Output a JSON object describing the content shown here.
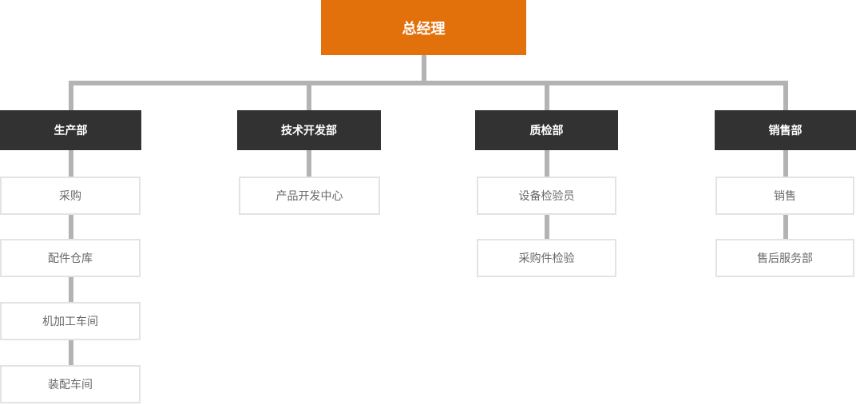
{
  "theme": {
    "root_bg": "#e2700b",
    "dept_bg": "#323232",
    "line": "#b3b3b3",
    "leaf_border": "#e3e3e3",
    "leaf_text": "#686868",
    "node_text": "#ffffff"
  },
  "chart": {
    "type": "org-chart",
    "root": {
      "label": "总经理"
    },
    "departments": [
      {
        "label": "生产部",
        "children": [
          "采购",
          "配件仓库",
          "机加工车间",
          "装配车间"
        ]
      },
      {
        "label": "技术开发部",
        "children": [
          "产品开发中心"
        ]
      },
      {
        "label": "质检部",
        "children": [
          "设备检验员",
          "采购件检验"
        ]
      },
      {
        "label": "销售部",
        "children": [
          "销售",
          "售后服务部"
        ]
      }
    ]
  }
}
